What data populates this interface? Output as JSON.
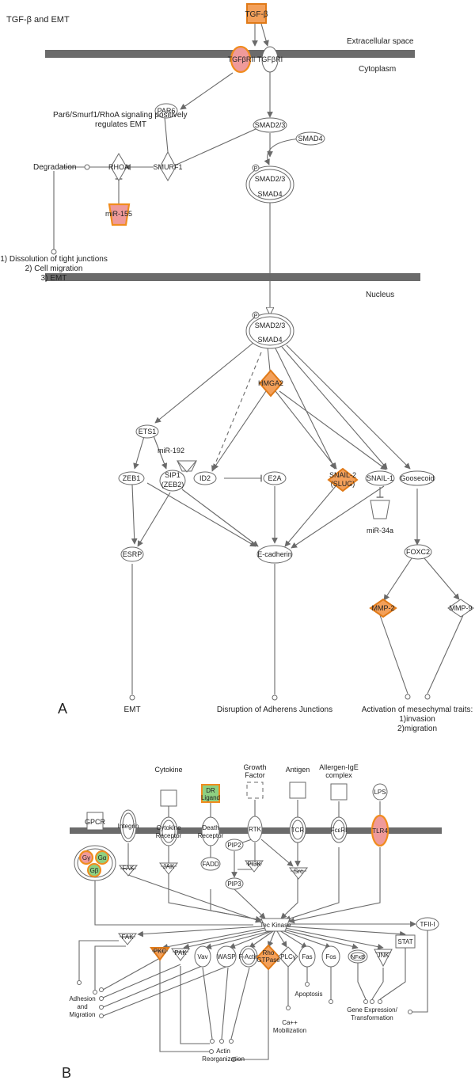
{
  "panel_a": {
    "label": "A",
    "title": "TGF-β and EMT",
    "regions": {
      "extracellular": "Extracellular space",
      "cytoplasm": "Cytoplasm",
      "nucleus": "Nucleus"
    },
    "notes": {
      "par6": "Par6/Smurf1/RhoA signaling positively\nregulates EMT",
      "degradation_out": "1) Dissolution of tight junctions\n2) Cell migration\n3) EMT",
      "emt": "EMT",
      "adherens": "Disruption of Adherens Junctions",
      "mesenchymal": "Activation of mesechymal traits:\n1)invasion\n2)migration"
    },
    "nodes": {
      "tgfb": "TGF-β",
      "tgfbr2": "TGFβRII",
      "tgfbr1": "TGFβRI",
      "par6": "PAR6",
      "smad23": "SMAD2/3",
      "smad4": "SMAD4",
      "degradation": "Degradation",
      "rhoa": "RHOA",
      "smurf1": "SMURF1",
      "mir155": "miR-155",
      "complex_top": "SMAD2/3",
      "complex_bottom": "SMAD4",
      "ncomplex_top": "SMAD2/3",
      "ncomplex_bottom": "SMAD4",
      "phospho": "P",
      "hmga2": "HMGA2",
      "ets1": "ETS1",
      "mir192": "miR-192",
      "zeb1": "ZEB1",
      "sip1_a": "SIP1",
      "sip1_b": "(ZEB2)",
      "id2": "ID2",
      "e2a": "E2A",
      "snail2_a": "SNAIL-2",
      "snail2_b": "(SLUG)",
      "snail1": "SNAIL-1",
      "goosecoid": "Goosecoid",
      "mir34a": "miR-34a",
      "esrp": "ESRP",
      "ecadherin": "E-cadherin",
      "foxc2": "FOXC2",
      "mmp2": "MMP-2",
      "mmp9": "MMP-9"
    }
  },
  "panel_b": {
    "label": "B",
    "nodes": {
      "cytokine": "Cytokine",
      "dr_ligand_a": "DR",
      "dr_ligand_b": "Ligand",
      "growth_a": "Growth",
      "growth_b": "Factor",
      "antigen": "Antigen",
      "allergen_a": "Allergen-IgE",
      "allergen_b": "complex",
      "lps": "LPS",
      "gpcr": "GPCR",
      "integrin": "Integrin",
      "cyto_rec_a": "Cytokine",
      "cyto_rec_b": "Receptor",
      "death_rec_a": "Death",
      "death_rec_b": "Receptor",
      "rtk": "RTK",
      "tcr": "TCR",
      "fcer1": "FcεRI",
      "tlr4": "TLR4",
      "gy": "Gγ",
      "ga": "Gα",
      "gb": "Gβ",
      "fak_top": "FAK",
      "jak": "JAK",
      "fadd": "FADD",
      "pip2": "PIP2",
      "pi3k": "PI3K",
      "pip3": "PIP3",
      "src": "Src",
      "tec": "Tec Kinase",
      "tfii": "TFII-I",
      "fak_low": "FAK",
      "pkc": "PKC",
      "pak": "PAK",
      "vav": "Vav",
      "wasp": "WASP",
      "factin": "F-Actin",
      "rho_a": "Rho",
      "rho_b": "GTPase",
      "plcg": "PLCγ",
      "fas": "Fas",
      "fos": "Fos",
      "nfkb": "NFκB",
      "jnk": "JNK",
      "stat": "STAT",
      "adhesion": "Adhesion\nand\nMigration",
      "ca": "Ca++\nMobilization",
      "apoptosis": "Apoptosis",
      "geneexp": "Gene Expression/\nTransformation",
      "actin": "Actin\nReorganization"
    }
  }
}
